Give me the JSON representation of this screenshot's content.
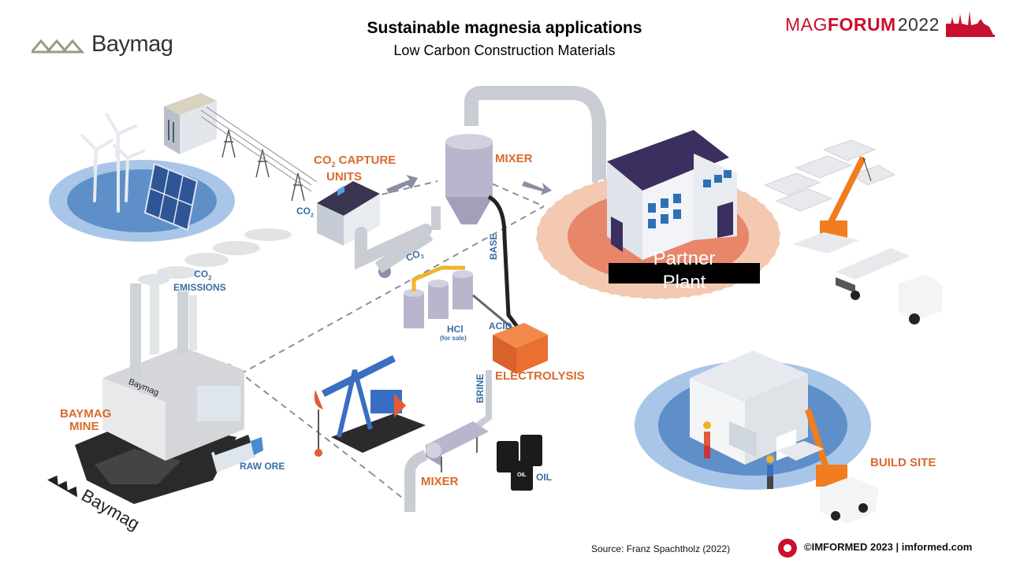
{
  "header": {
    "title": "Sustainable magnesia applications",
    "subtitle": "Low Carbon Construction Materials"
  },
  "logos": {
    "baymag": "Baymag",
    "magforum_mag": "MAG",
    "magforum_forum": "FORUM",
    "magforum_year": "2022"
  },
  "labels": {
    "co2_capture_line1": "CO",
    "co2_capture_sub": "2",
    "co2_capture_line1b": " CAPTURE",
    "co2_capture_line2": "UNITS",
    "mixer_top": "MIXER",
    "mixer_bottom": "MIXER",
    "electrolysis": "ELECTROLYSIS",
    "baymag_mine_line1": "BAYMAG",
    "baymag_mine_line2": "MINE",
    "build_site": "BUILD SITE",
    "raw_ore": "RAW ORE",
    "oil": "OIL",
    "co2_emissions_line1": "CO",
    "co2_emissions_sub": "2",
    "co2_emissions_line2": "EMISSIONS",
    "co2_small": "CO",
    "co2_small_sub": "2",
    "co2_pipe": "CO",
    "co2_pipe_sub": "2",
    "base": "BASE",
    "acid": "ACID",
    "brine": "BRINE",
    "hcl": "HCl",
    "hcl_note": "(for sale)",
    "partner_plant_line1": "Partner",
    "partner_plant_line2": "Plant",
    "mine_sign": "Baymag",
    "oil_drum": "OIL"
  },
  "footer": {
    "source": "Source: Franz Spachtholz (2022)",
    "copyright": "©IMFORMED 2023  | imformed.com"
  },
  "colors": {
    "accent_orange": "#d96a2b",
    "label_blue": "#3a6ea5",
    "magforum_red": "#c8102e",
    "pad_blue": "#8fb5dd",
    "pad_orange": "#e8866a"
  }
}
